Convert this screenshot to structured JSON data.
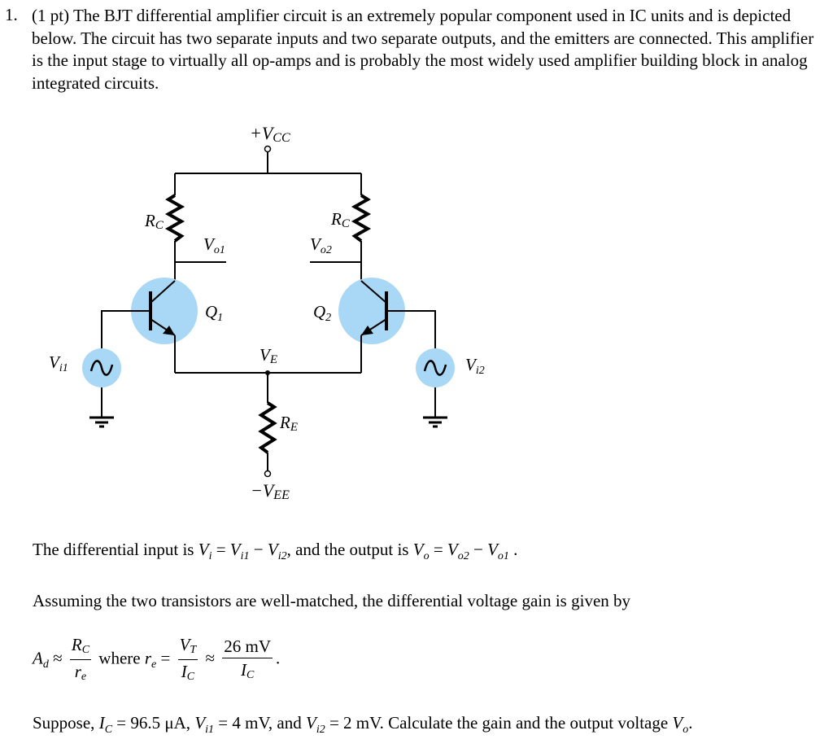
{
  "problem": {
    "number": "1.",
    "intro": "(1 pt) The BJT differential amplifier circuit is an extremely popular component used in IC units and is depicted below. The circuit has two separate inputs and two separate outputs, and the emitters are connected. This amplifier is the input stage to virtually all op-amps and is probably the most widely used amplifier building block in analog integrated circuits."
  },
  "circuit": {
    "vcc": "+V",
    "vcc_sub": "CC",
    "vee": "−V",
    "vee_sub": "EE",
    "rc_left": "R",
    "rc_left_sub": "C",
    "rc_right": "R",
    "rc_right_sub": "C",
    "re": "R",
    "re_sub": "E",
    "vo1": "V",
    "vo1_sub": "o1",
    "vo2": "V",
    "vo2_sub": "o2",
    "q1": "Q",
    "q1_sub": "1",
    "q2": "Q",
    "q2_sub": "2",
    "ve": "V",
    "ve_sub": "E",
    "vi1": "V",
    "vi1_sub": "i1",
    "vi2": "V",
    "vi2_sub": "i2",
    "transistor_fill": "#a8d8f5",
    "source_fill": "#a8d8f5"
  },
  "text": {
    "diff_input_prefix": "The differential input is",
    "diff_input_mid": ", and the output is",
    "assumption": "Assuming the two transistors are well-matched, the differential voltage gain is given by",
    "where": "where",
    "vt_num": "26 mV",
    "suppose_prefix": "Suppose,",
    "ic_value": "= 96.5",
    "ic_unit": "μA,",
    "vi1_value": "= 4  mV,  and",
    "vi2_value": "= 2  mV",
    "question": ". Calculate the gain and the output voltage"
  }
}
